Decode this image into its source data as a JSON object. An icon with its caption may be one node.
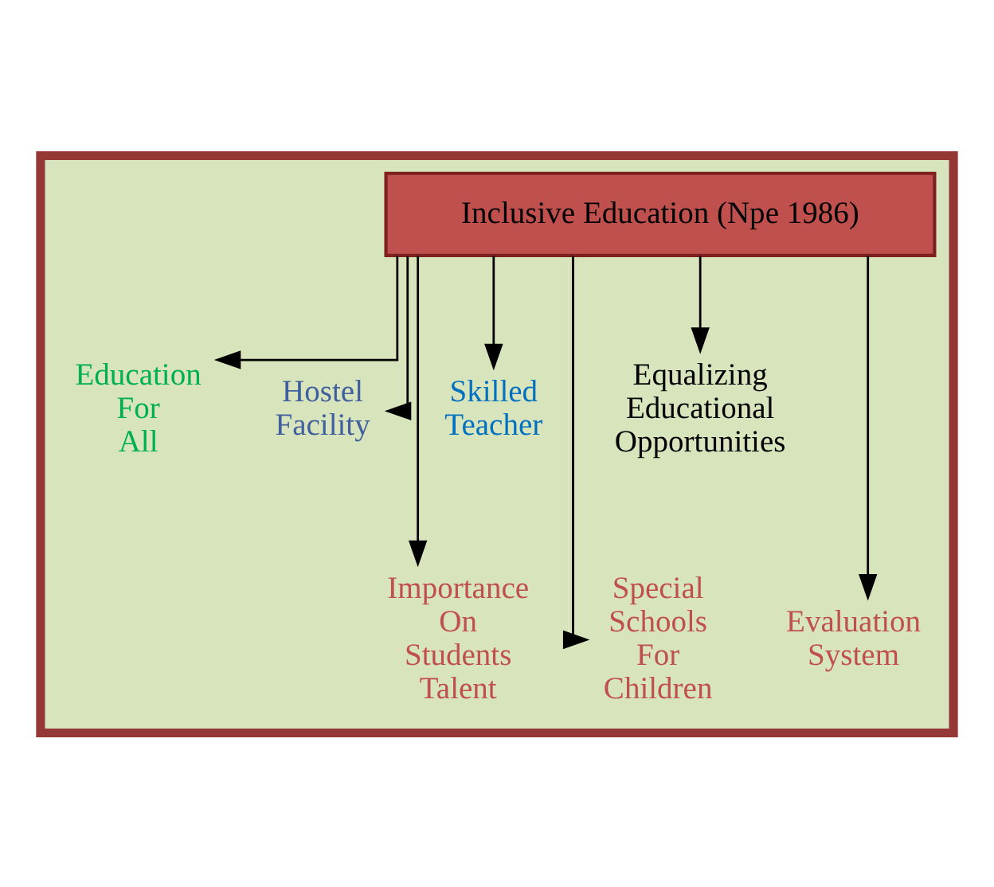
{
  "diagram": {
    "nodes": [
      {
        "text": [],
        "shape": "box"
      },
      {
        "text": [
          "Inclusive Education (Npe 1986)"
        ],
        "in": 0
      },
      {
        "text": [
          "Education For All"
        ],
        "in": 0
      },
      {
        "text": [
          "Hostel Facility"
        ],
        "in": 0
      },
      {
        "text": [
          "Skilled Teacher"
        ],
        "in": 0
      },
      {
        "text": [
          "Equalizing Educational Opportunities"
        ],
        "in": 0
      },
      {
        "text": [
          "Importance On Students Talent"
        ],
        "in": 0
      },
      {
        "text": [
          "Special Schools For Children"
        ],
        "in": 0
      },
      {
        "text": [
          "Evaluation System"
        ],
        "in": 0
      }
    ],
    "edges": [
      {
        "from": 1,
        "to": 2,
        "arrow": "to"
      },
      {
        "from": 1,
        "to": 6,
        "arrow": "to"
      },
      {
        "from": 1,
        "to": 3,
        "arrow": "to"
      },
      {
        "from": 1,
        "to": 4,
        "arrow": "to"
      },
      {
        "from": 1,
        "to": 7,
        "arrow": "to"
      },
      {
        "from": 1,
        "to": 8,
        "arrow": "to"
      },
      {
        "from": 1,
        "to": 5,
        "arrow": "to"
      }
    ]
  }
}
